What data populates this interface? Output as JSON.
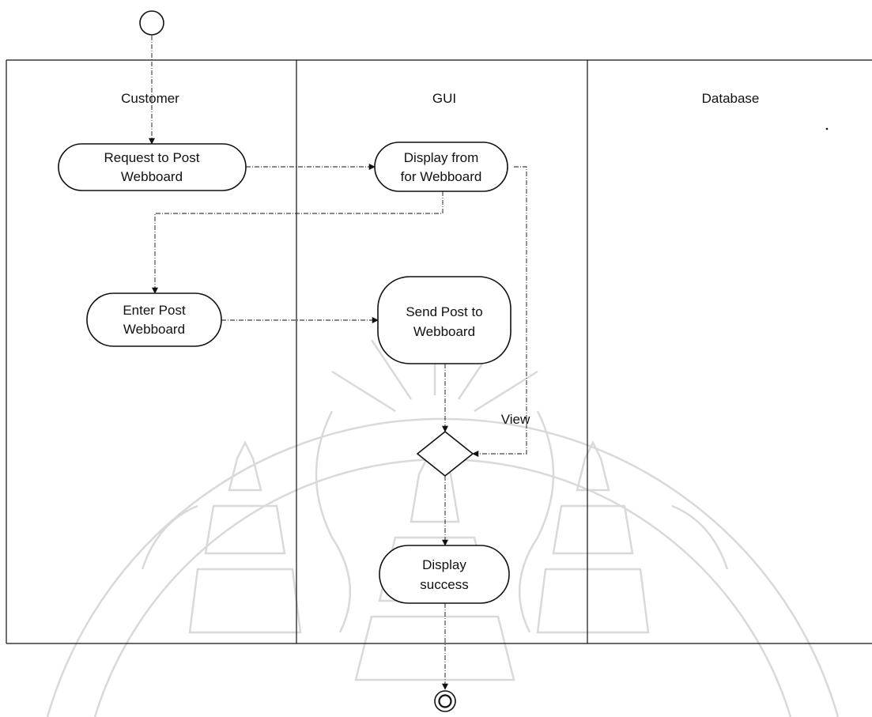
{
  "lanes": {
    "customer": "Customer",
    "gui": "GUI",
    "database": "Database"
  },
  "activities": {
    "request_post": [
      "Request to Post",
      "Webboard"
    ],
    "display_form": [
      "Display from",
      "for Webboard"
    ],
    "enter_post": [
      "Enter Post",
      "Webboard"
    ],
    "send_post": [
      "Send Post to",
      "Webboard"
    ],
    "display_success": [
      "Display",
      "success"
    ]
  },
  "guards": {
    "view": "View"
  },
  "watermark": "university-seal"
}
